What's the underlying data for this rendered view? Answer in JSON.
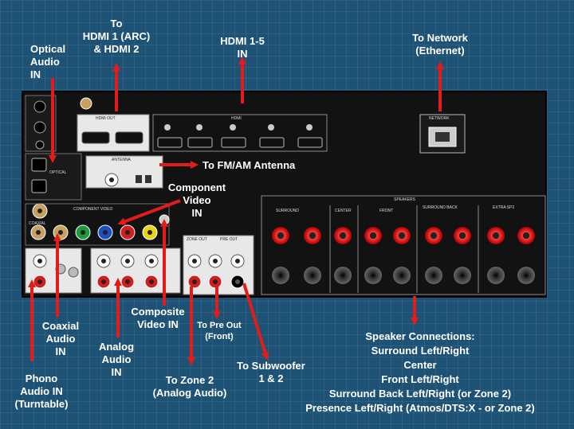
{
  "labels": {
    "optical": [
      "Optical",
      "Audio",
      "IN"
    ],
    "hdmi_out": [
      "To",
      "HDMI 1 (ARC)",
      "& HDMI 2"
    ],
    "hdmi_in": [
      "HDMI 1-5",
      "IN"
    ],
    "network": [
      "To Network",
      "(Ethernet)"
    ],
    "antenna": "To FM/AM Antenna",
    "component": [
      "Component",
      "Video",
      "IN"
    ],
    "composite": [
      "Composite",
      "Video IN"
    ],
    "coaxial": [
      "Coaxial",
      "Audio",
      "IN"
    ],
    "analog": [
      "Analog",
      "Audio",
      "IN"
    ],
    "phono": [
      "Phono",
      "Audio IN",
      "(Turntable)"
    ],
    "preout": [
      "To Pre Out",
      "(Front)"
    ],
    "zone2": [
      "To Zone 2",
      "(Analog Audio)"
    ],
    "subwoofer": [
      "To Subwoofer",
      "1 & 2"
    ],
    "speakers": [
      "Speaker Connections:",
      "Surround Left/Right",
      "Center",
      "Front Left/Right",
      "Surround Back Left/Right (or Zone 2)",
      "Presence Left/Right (Atmos/DTS:X - or Zone 2)"
    ]
  },
  "panel": {
    "hdmi_out": "HDMI OUT",
    "hdmi_in": "HDMI",
    "network": "NETWORK",
    "antenna": "ANTENNA",
    "speakers": "SPEAKERS",
    "surround": "SURROUND",
    "center": "CENTER",
    "front": "FRONT",
    "surround_back": "SURROUND BACK",
    "extra_sp": "EXTRA SP2",
    "zone_out": "ZONE OUT",
    "pre_out": "PRE OUT",
    "component_video": "COMPONENT VIDEO",
    "optical": "OPTICAL",
    "coaxial": "COAXIAL"
  },
  "colors": {
    "background": "#1e5275",
    "panel": "#121212",
    "arrow": "#e21b1b",
    "label": "#ffffff"
  }
}
